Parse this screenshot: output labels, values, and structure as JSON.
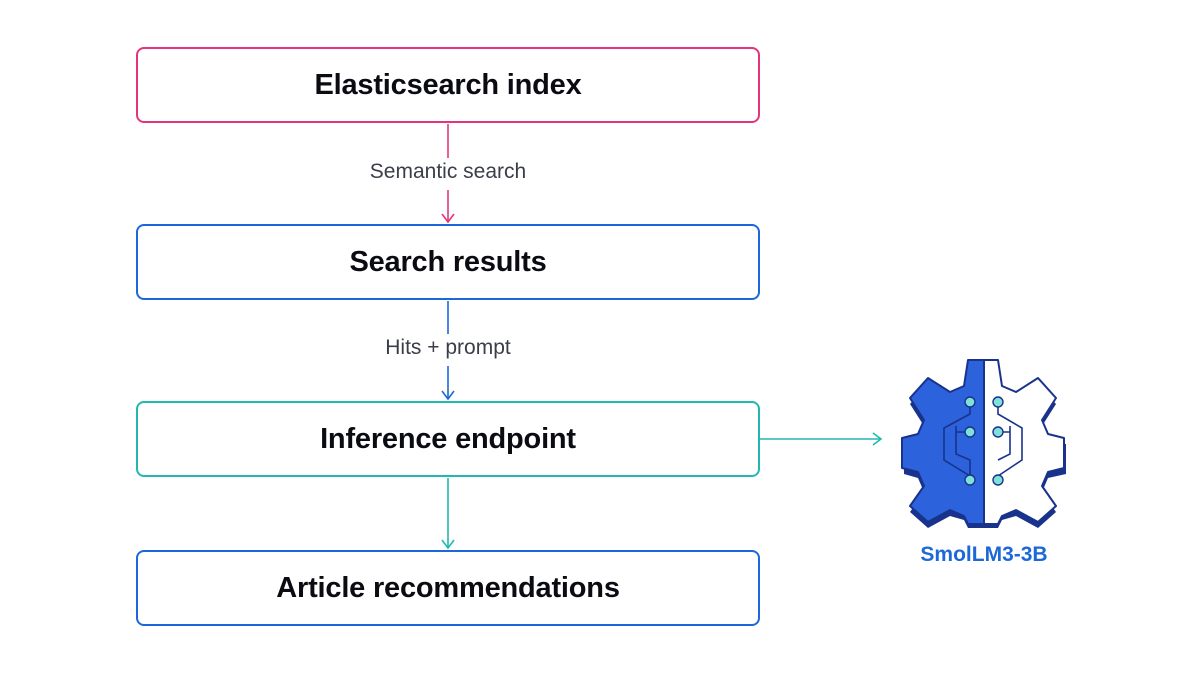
{
  "nodes": {
    "elasticsearch_index": "Elasticsearch index",
    "search_results": "Search results",
    "inference_endpoint": "Inference endpoint",
    "article_recommendations": "Article recommendations"
  },
  "edges": {
    "semantic_search": "Semantic search",
    "hits_prompt": "Hits + prompt"
  },
  "model": {
    "name": "SmolLM3-3B",
    "icon": "gear-brain-circuit-icon"
  },
  "colors": {
    "pink": "#e3357d",
    "blue": "#1d68d8",
    "teal": "#22b8b0",
    "dark_blue": "#19338c",
    "circuit_dot": "#7fe1d8",
    "text": "#0b0b12",
    "label_text": "#3b3d4a"
  }
}
